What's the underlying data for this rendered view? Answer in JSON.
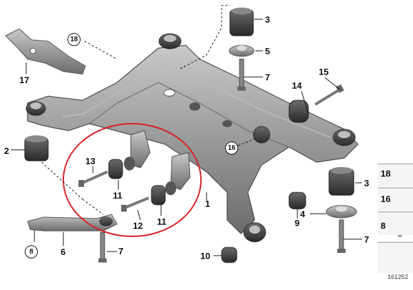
{
  "labels": {
    "p2": "2",
    "p3a": "3",
    "p3b": "3",
    "p4": "4",
    "p5": "5",
    "p6": "6",
    "p7a": "7",
    "p7b": "7",
    "p7c": "7",
    "p9": "9",
    "p10": "10",
    "p11a": "11",
    "p11b": "11",
    "p12": "12",
    "p13": "13",
    "p14": "14",
    "p15": "15",
    "p17": "17",
    "p1": "1"
  },
  "circled": {
    "c18": "18",
    "c16": "16",
    "c8": "8"
  },
  "legend": {
    "row1": "18",
    "row2": "16",
    "row3": "8"
  },
  "ref_code": "161252",
  "colors": {
    "highlight": "#d81f26",
    "frame": "#8c8c8c"
  }
}
